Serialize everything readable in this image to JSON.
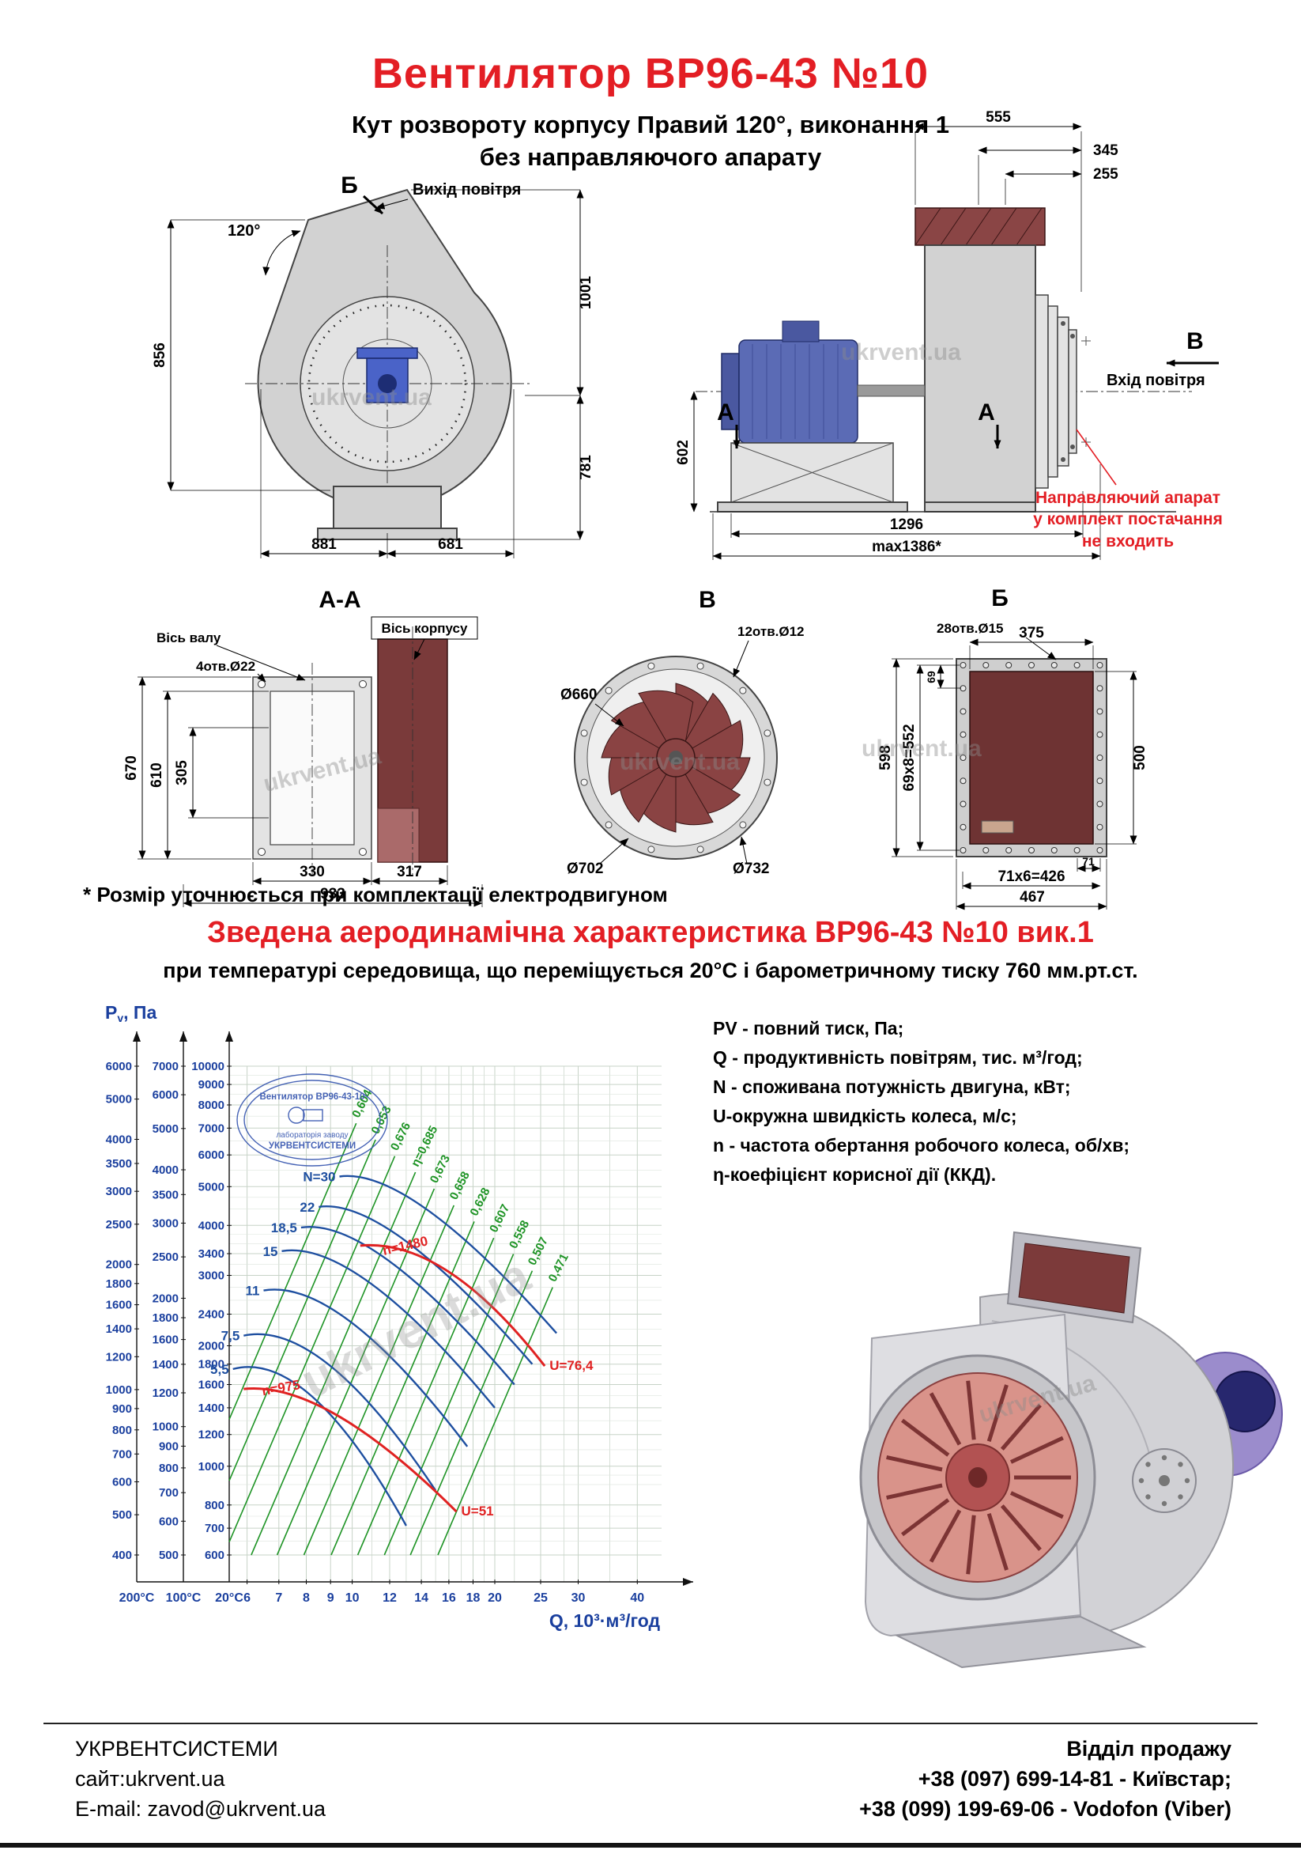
{
  "page": {
    "title": "Вентилятор  ВР96-43 №10",
    "subtitle_line1": "Кут розвороту корпусу Правий 120°, виконання 1",
    "subtitle_line2": "без направляючого апарату",
    "footnote": "* Розмір уточнюється при комплектації електродвигуном",
    "watermark": "ukrvent.ua"
  },
  "front_view": {
    "section_label": "Б",
    "air_out_label": "Вихід повітря",
    "angle_label": "120°",
    "dim_height_left": "856",
    "dim_height_top_right": "1001",
    "dim_height_bottom_right": "781",
    "dim_width_left": "881",
    "dim_width_right": "681"
  },
  "side_view": {
    "dim_top_1": "555",
    "dim_top_2": "345",
    "dim_top_3": "255",
    "dim_axis_height": "602",
    "dim_length": "1296",
    "dim_length_max": "max1386*",
    "view_label": "В",
    "cut_label_left": "А",
    "cut_label_right": "А",
    "air_in_label": "Вхід повітря",
    "note_line1": "Направляючий апарат",
    "note_line2": "у комплект постачання",
    "note_line3": "не входить"
  },
  "section_aa": {
    "title": "А-А",
    "label_shaft_axis": "Вісь валу",
    "label_body_axis": "Вісь корпусу",
    "label_holes": "4отв.Ø22",
    "dim_670": "670",
    "dim_610": "610",
    "dim_305": "305",
    "dim_330": "330",
    "dim_317": "317",
    "dim_933": "933"
  },
  "section_v": {
    "title": "В",
    "label_holes": "12отв.Ø12",
    "dia_outer": "Ø660",
    "dia_mid": "Ø702",
    "dia_bolt": "Ø732"
  },
  "section_b": {
    "title": "Б",
    "label_holes": "28отв.Ø15",
    "dim_width_inner": "375",
    "dim_height_outer": "598",
    "dim_holes_v": "69x8=552",
    "dim_hole_step_v": "69",
    "dim_height_inner": "500",
    "dim_hole_step_h": "71",
    "dim_holes_h": "71x6=426",
    "dim_width_outer": "467"
  },
  "aero": {
    "heading": "Зведена аеродинамічна характеристика ВР96-43 №10 вик.1",
    "subheading": "при температурі середовища, що переміщується 20°С і барометричному тиску 760 мм.рт.ст.",
    "legend": [
      "PV - повний тиск, Па;",
      "Q - продуктивність повітрям, тис. м³/год;",
      "N - споживана потужність двигуна, кВт;",
      "U-окружна швидкість колеса, м/с;",
      "n - частота обертання робочого колеса, об/хв;",
      "η-коефіцієнт корисної дії (ККД)."
    ],
    "stamp": {
      "line1": "Вентилятор ВР96-43-10",
      "line2": "лабораторія заводу",
      "line3": "УКРВЕНТСИСТЕМИ"
    }
  },
  "chart_data": {
    "type": "line",
    "title": "Зведена аеродинамічна характеристика ВР96-43 №10 вик.1",
    "x_label": "Q, 10³·м³/год",
    "y_label": "Pv, Па",
    "x_scale": "log",
    "y_scale": "log",
    "x_range": [
      5.5,
      45
    ],
    "x_ticks": [
      6,
      7,
      8,
      9,
      10,
      12,
      14,
      16,
      18,
      20,
      25,
      30,
      40
    ],
    "x_grid_minor": [
      6,
      7,
      8,
      9,
      10,
      11,
      12,
      13,
      14,
      15,
      16,
      17,
      18,
      19,
      20,
      22,
      25,
      28,
      30,
      35,
      40
    ],
    "y_axes": [
      {
        "temp": "200°C",
        "ticks": [
          400,
          500,
          600,
          700,
          800,
          900,
          1000,
          1200,
          1400,
          1600,
          1800,
          2000,
          2500,
          3000,
          3500,
          4000,
          5000,
          6000
        ]
      },
      {
        "temp": "100°C",
        "ticks": [
          500,
          600,
          700,
          800,
          900,
          1000,
          1200,
          1400,
          1600,
          1800,
          2000,
          2500,
          3000,
          3500,
          4000,
          5000,
          6000,
          7000
        ]
      },
      {
        "temp": "20°C",
        "ticks": [
          600,
          700,
          800,
          1000,
          1200,
          1400,
          1600,
          1800,
          2000,
          2400,
          3000,
          3400,
          4000,
          5000,
          6000,
          7000,
          8000,
          9000,
          10000
        ]
      }
    ],
    "power_curves": [
      {
        "label": "N=30",
        "points": [
          [
            9.4,
            5300
          ],
          [
            14.5,
            4350
          ],
          [
            27,
            2150
          ]
        ]
      },
      {
        "label": "22",
        "points": [
          [
            8.5,
            4450
          ],
          [
            13.0,
            3650
          ],
          [
            24,
            1800
          ]
        ]
      },
      {
        "label": "18,5",
        "points": [
          [
            7.8,
            3950
          ],
          [
            12.0,
            3250
          ],
          [
            22,
            1600
          ]
        ]
      },
      {
        "label": "15",
        "points": [
          [
            7.1,
            3450
          ],
          [
            11.0,
            2850
          ],
          [
            20,
            1400
          ]
        ]
      },
      {
        "label": "11",
        "points": [
          [
            6.5,
            2750
          ],
          [
            10.0,
            2280
          ],
          [
            17.5,
            1120
          ]
        ]
      },
      {
        "label": "7,5",
        "points": [
          [
            5.9,
            2120
          ],
          [
            9.0,
            1780
          ],
          [
            15,
            870
          ]
        ]
      },
      {
        "label": "5,5",
        "points": [
          [
            5.6,
            1750
          ],
          [
            8.3,
            1480
          ],
          [
            13,
            710
          ]
        ]
      }
    ],
    "speed_curves": [
      {
        "label": "n=1480",
        "points": [
          [
            10.4,
            3560
          ],
          [
            16,
            3060
          ],
          [
            25.5,
            1780
          ]
        ],
        "end_label": "U=76,4",
        "label_at": [
          13,
          3330
        ],
        "label_angle": -13
      },
      {
        "label": "n=975",
        "points": [
          [
            5.9,
            1560
          ],
          [
            9.3,
            1340
          ],
          [
            16.6,
            770
          ]
        ],
        "end_label": "U=51",
        "label_at": [
          7.1,
          1470
        ],
        "label_angle": -10
      }
    ],
    "efficiency_lines": {
      "slope": 2.76,
      "labels": [
        "0,604",
        "0,653",
        "0,676",
        "η=0,685",
        "0,673",
        "0,658",
        "0,628",
        "0,607",
        "0,558",
        "0,507",
        "0,471"
      ],
      "tops": [
        [
          10.2,
          7200
        ],
        [
          11.2,
          6550
        ],
        [
          12.3,
          5960
        ],
        [
          13.6,
          5430
        ],
        [
          14.9,
          4940
        ],
        [
          16.4,
          4490
        ],
        [
          18.1,
          4090
        ],
        [
          19.9,
          3720
        ],
        [
          21.9,
          3390
        ],
        [
          24.0,
          3080
        ],
        [
          26.5,
          2800
        ]
      ]
    },
    "colors": {
      "power": "#1e4fa0",
      "speed": "#e02222",
      "efficiency": "#1f9426",
      "axis_text": "#1a3f9e"
    }
  },
  "footer": {
    "company": "УКРВЕНТСИСТЕМИ",
    "site": "сайт:ukrvent.ua",
    "email": "E-mail: zavod@ukrvent.ua",
    "sales_label": "Відділ продажу",
    "phone1": "+38 (097) 699-14-81 - Київстар;",
    "phone2": "+38 (099) 199-69-06 - Vodofon (Viber)"
  }
}
